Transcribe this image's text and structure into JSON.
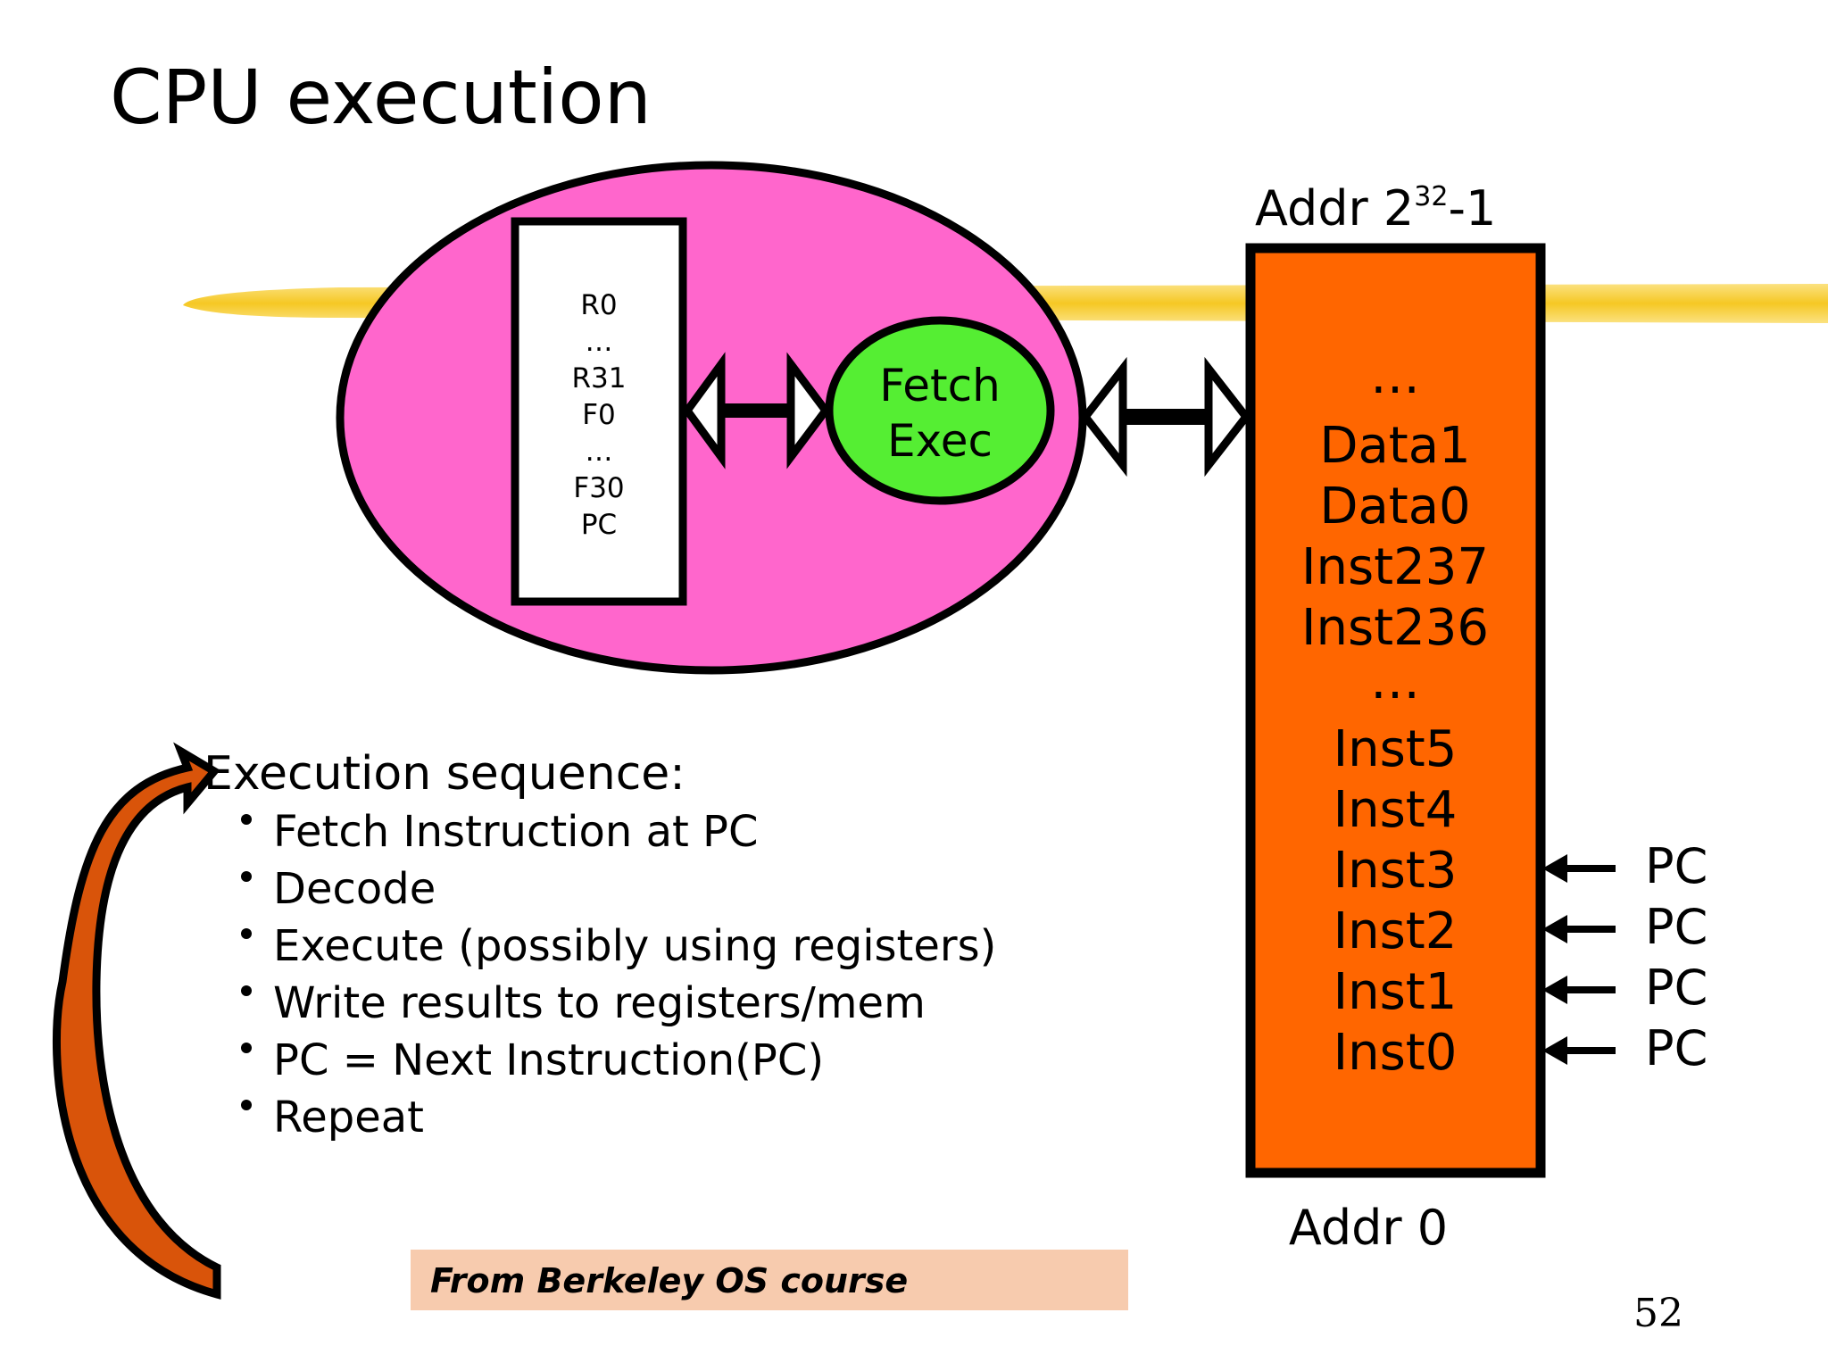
{
  "title": "CPU execution",
  "cpu": {
    "registers": [
      "R0",
      "…",
      "R31",
      "F0",
      "…",
      "F30",
      "PC"
    ],
    "unit": [
      "Fetch",
      "Exec"
    ]
  },
  "memory": {
    "top_label_base": "Addr 2",
    "top_label_exp": "32",
    "top_label_suffix": "-1",
    "bottom_label": "Addr 0",
    "items": [
      "…",
      "Data1",
      "Data0",
      "Inst237",
      "Inst236",
      "…",
      "Inst5",
      "Inst4",
      "Inst3",
      "Inst2",
      "Inst1",
      "Inst0"
    ],
    "pc_pointers": [
      "PC",
      "PC",
      "PC",
      "PC"
    ]
  },
  "sequence": {
    "heading": "Execution sequence:",
    "steps": [
      "Fetch Instruction at PC",
      "Decode",
      "Execute (possibly using registers)",
      "Write results to registers/mem",
      "PC = Next Instruction(PC)",
      "Repeat"
    ]
  },
  "credit": "From Berkeley OS course",
  "page_number": "52",
  "colors": {
    "cpu_fill": "#ff66cc",
    "fetch_exec_fill": "#55ee33",
    "memory_fill": "#ff6600",
    "highlight_bar": "#f5c518",
    "loop_arrow_fill": "#d9540a",
    "credit_bg": "#f7cbae"
  }
}
